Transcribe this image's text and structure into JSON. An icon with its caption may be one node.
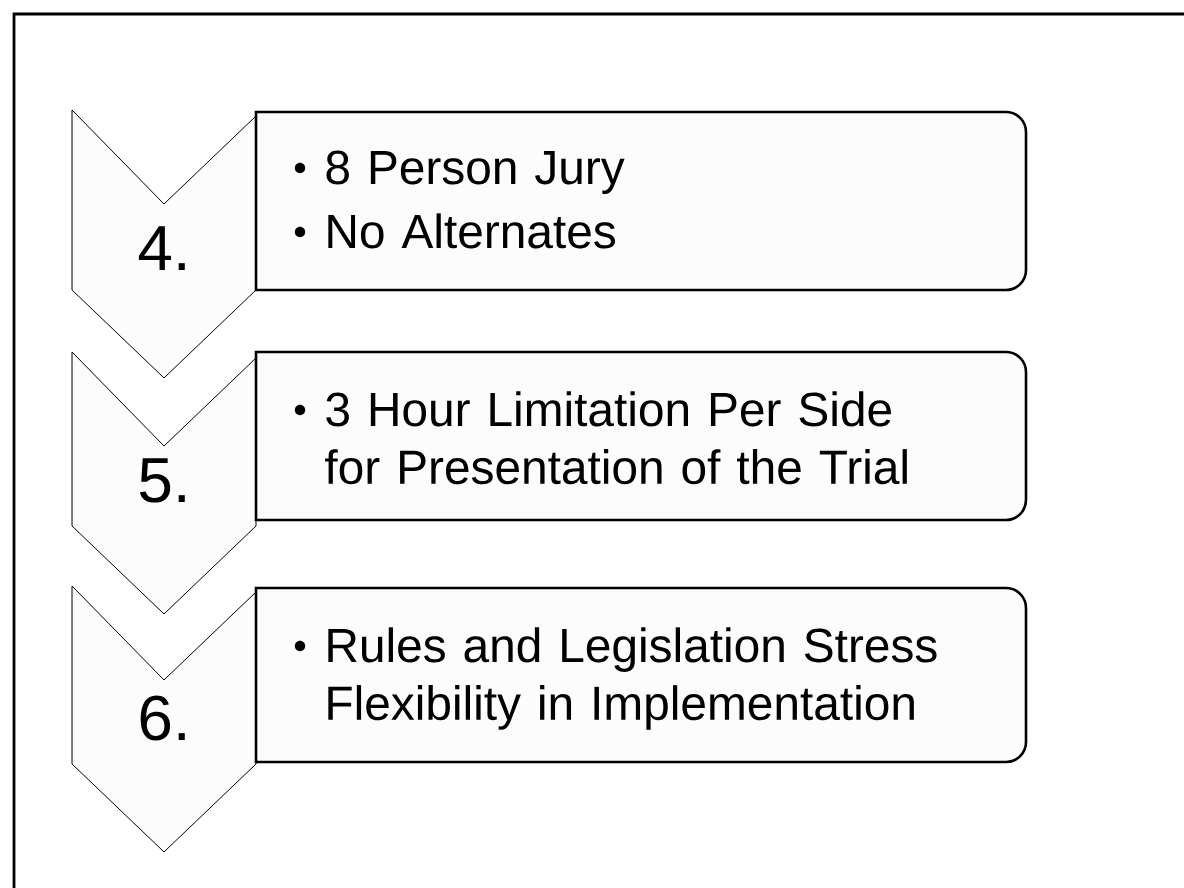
{
  "diagram": {
    "nodes": [
      {
        "text": [
          "4."
        ]
      },
      {
        "text": [
          "8 Person Jury",
          "No Alternates"
        ]
      },
      {
        "text": [
          "5."
        ]
      },
      {
        "text": [
          "3 Hour Limitation Per Side for Presentation of the Trial"
        ]
      },
      {
        "text": [
          "6."
        ]
      },
      {
        "text": [
          "Rules and Legislation Stress Flexibility in Implementation"
        ]
      }
    ]
  }
}
